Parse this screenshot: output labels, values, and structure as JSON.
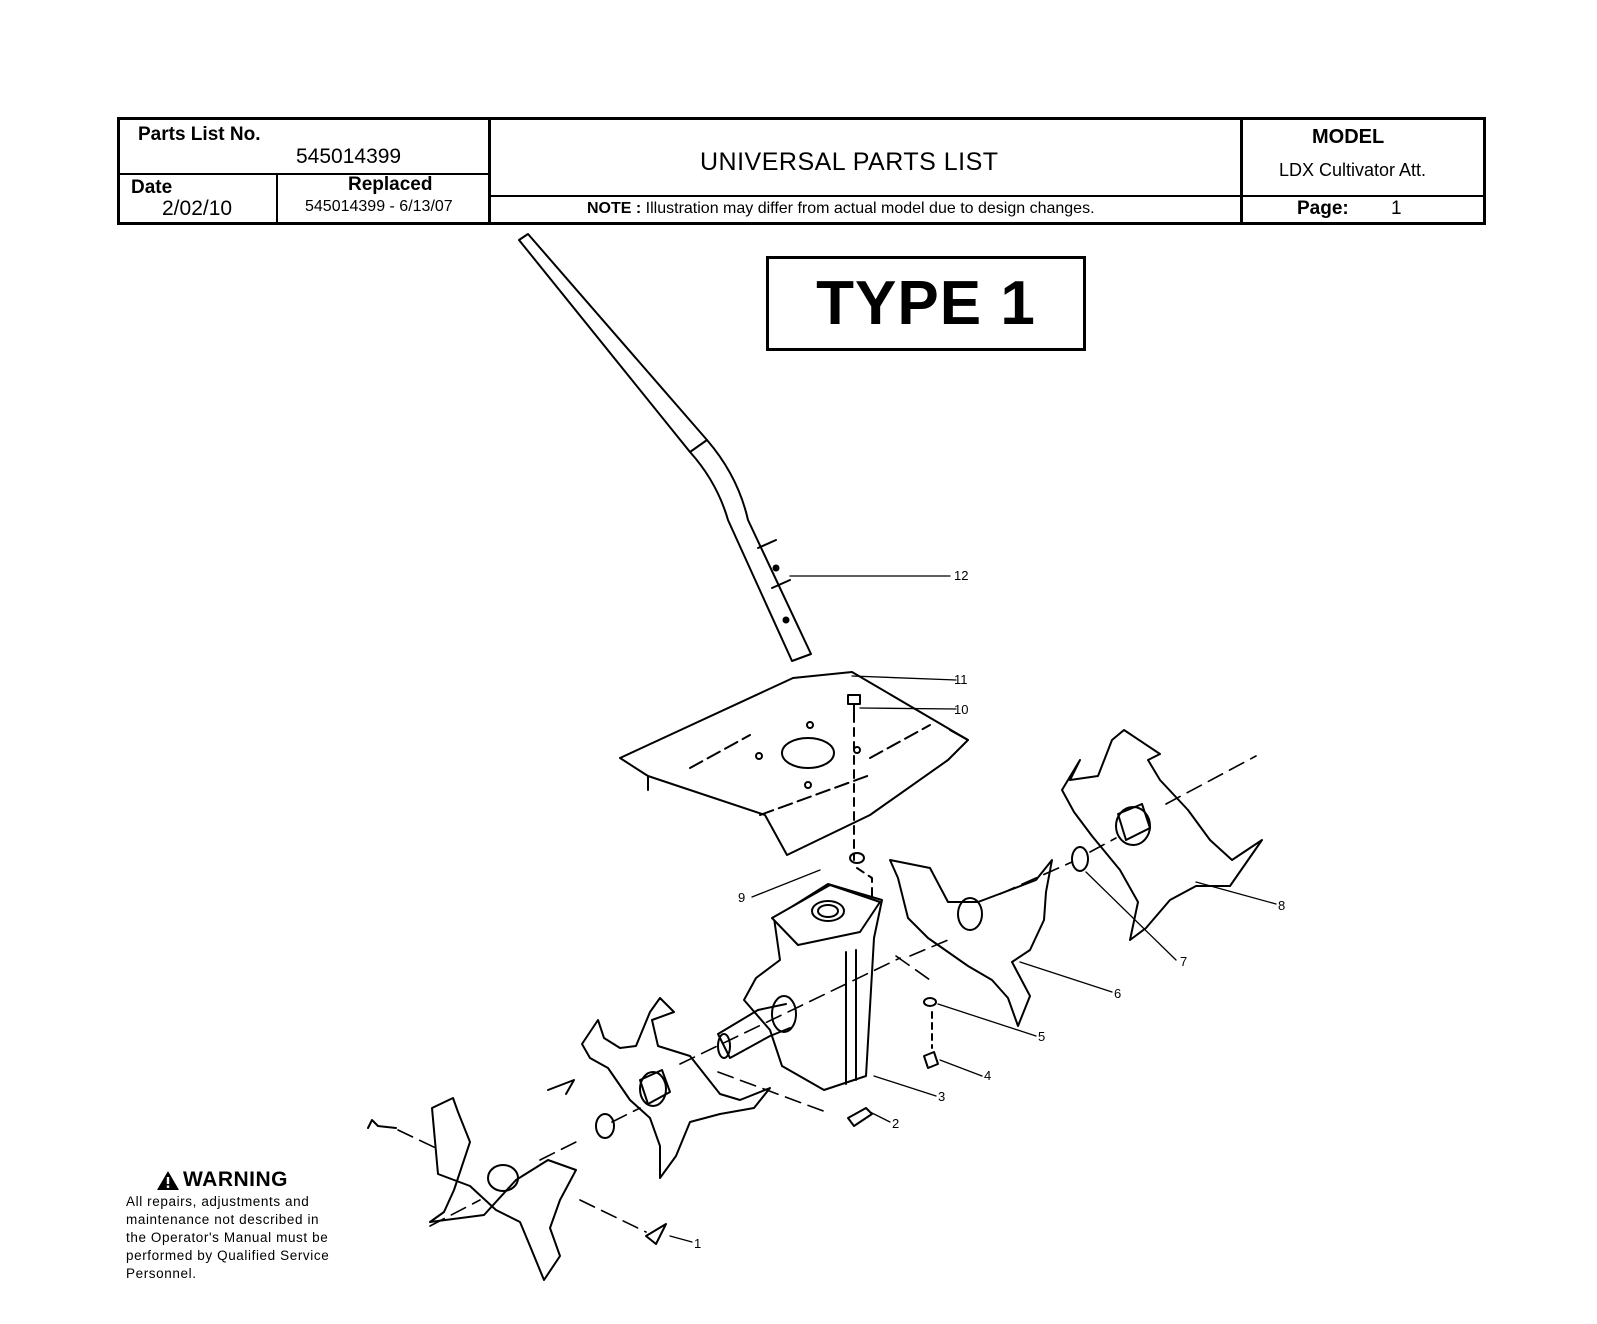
{
  "header": {
    "parts_list_label": "Parts List No.",
    "parts_list_no": "545014399",
    "date_label": "Date",
    "date_value": "2/02/10",
    "replaced_label": "Replaced",
    "replaced_value": "545014399 - 6/13/07",
    "title": "UNIVERSAL PARTS LIST",
    "note_label": "NOTE :",
    "note_text": "Illustration may differ from actual model due to design changes.",
    "model_label": "MODEL",
    "model_value": "LDX Cultivator Att.",
    "page_label": "Page:",
    "page_value": "1"
  },
  "type_label": "TYPE 1",
  "callouts": [
    "1",
    "2",
    "3",
    "4",
    "5",
    "6",
    "7",
    "8",
    "9",
    "10",
    "11",
    "12"
  ],
  "warning": {
    "title": "WARNING",
    "lines": [
      "All repairs, adjustments and",
      "maintenance not described in",
      "the Operator's Manual must be",
      "performed by Qualified Service",
      "Personnel."
    ]
  }
}
